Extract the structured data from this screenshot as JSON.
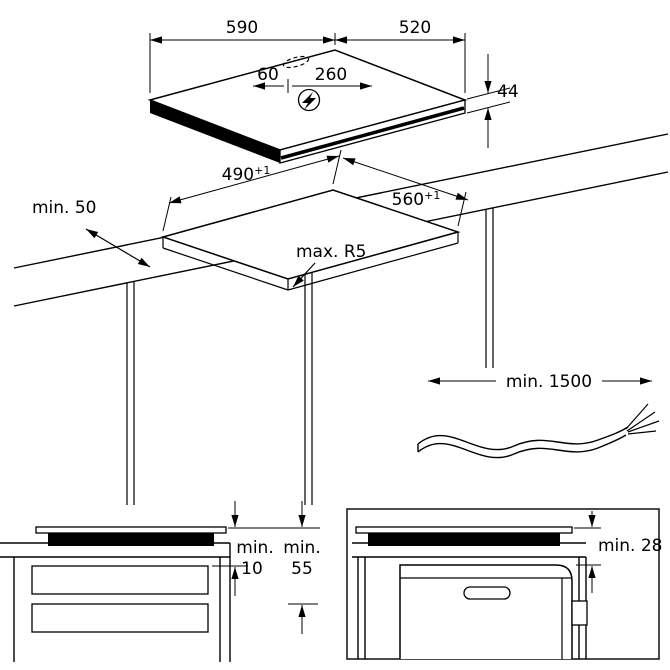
{
  "colors": {
    "ink": "#000000",
    "paper": "#ffffff"
  },
  "top_view": {
    "width_mm": "590",
    "depth_mm": "520",
    "cable_offset_left": "60",
    "cable_offset_right": "260",
    "hob_height": "44"
  },
  "cutout_view": {
    "front_clearance": "min. 50",
    "cutout_width": "490",
    "cutout_width_tol": "+1",
    "cutout_depth": "560",
    "cutout_depth_tol": "+1",
    "corner_radius": "max. R5"
  },
  "cable_view": {
    "cable_length": "min. 1500"
  },
  "drawer_view": {
    "gap_min_label": "min.",
    "gap_min_value": "10",
    "clearance_min_label": "min.",
    "clearance_min_value": "55"
  },
  "oven_view": {
    "oven_clearance": "min. 28"
  }
}
